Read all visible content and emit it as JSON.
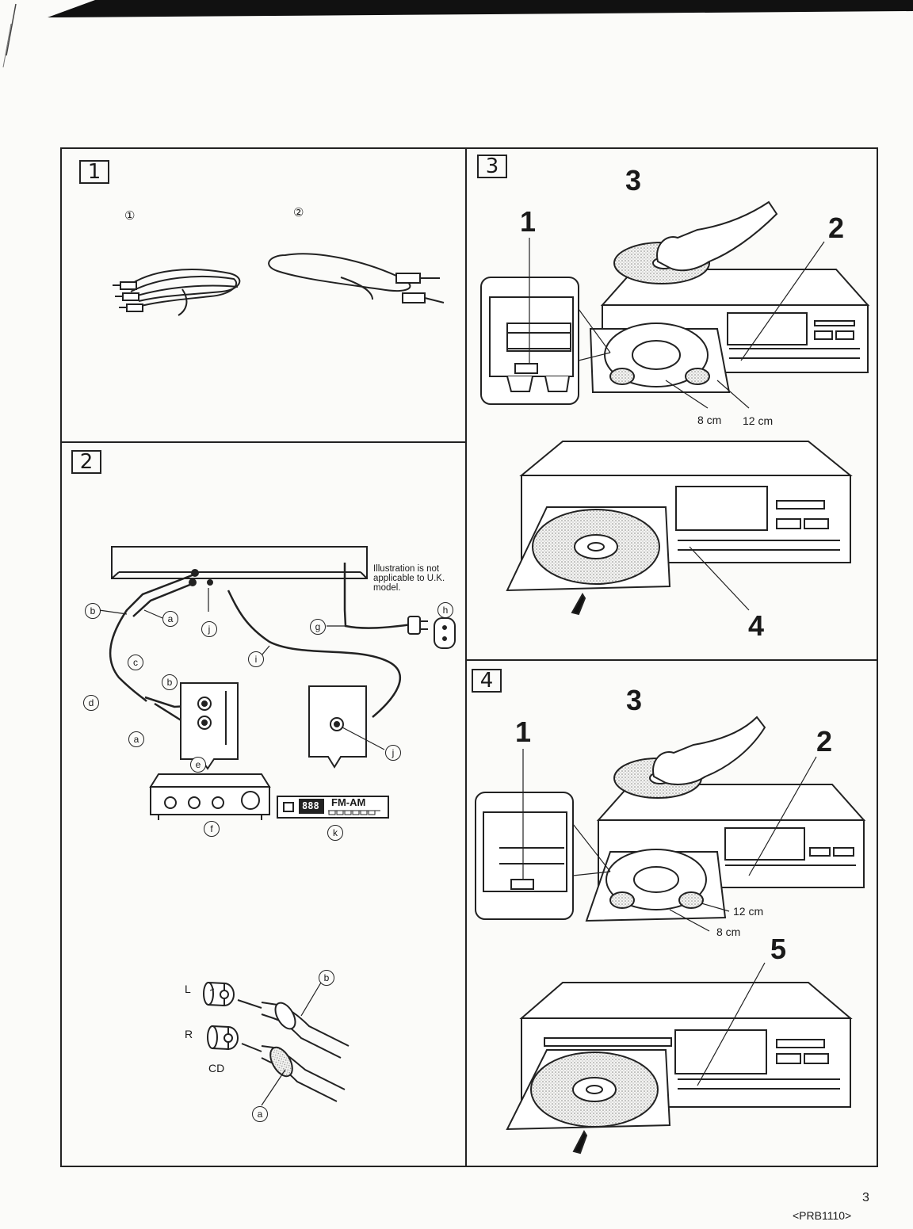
{
  "sections": [
    {
      "number": "1"
    },
    {
      "number": "2"
    },
    {
      "number": "3"
    },
    {
      "number": "4"
    }
  ],
  "section1": {
    "item1": "①",
    "item2": "②"
  },
  "section2": {
    "note": "Illustration is not applicable to U.K. model.",
    "labels": {
      "a": "a",
      "b": "b",
      "c": "c",
      "d": "d",
      "e": "e",
      "f": "f",
      "g": "g",
      "h": "h",
      "i": "i",
      "j": "j",
      "k": "k"
    },
    "tuner_display": "888",
    "tuner_label": "FM-AM",
    "jack_labels": {
      "l": "L",
      "r": "R",
      "cd": "CD"
    }
  },
  "section3": {
    "callouts": [
      "1",
      "2",
      "3",
      "4"
    ],
    "sizes": {
      "small": "8 cm",
      "large": "12 cm"
    }
  },
  "section4": {
    "callouts": [
      "1",
      "2",
      "3",
      "5"
    ],
    "sizes": {
      "small": "8 cm",
      "large": "12 cm"
    }
  },
  "footer": {
    "page": "3",
    "code": "<PRB1110>"
  }
}
